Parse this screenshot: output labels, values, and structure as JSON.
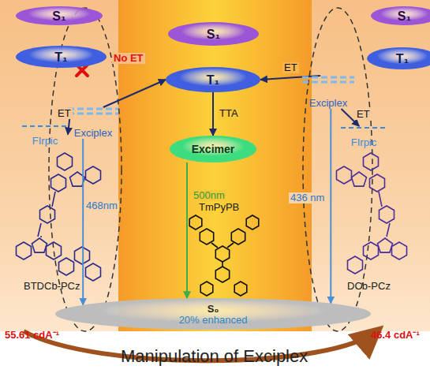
{
  "diagram": {
    "nodes": [
      {
        "text": [
          "S₁"
        ]
      },
      {
        "text": [
          "T₁"
        ]
      },
      {
        "text": [
          "S₁"
        ]
      },
      {
        "text": [
          "T₁"
        ]
      },
      {
        "text": [
          "S₁"
        ]
      },
      {
        "text": [
          "T₁"
        ]
      },
      {
        "text": [
          "Exciplex"
        ]
      },
      {
        "text": [
          "FIrpic"
        ]
      },
      {
        "text": [
          "Excimer"
        ]
      },
      {
        "text": [
          "Exciplex"
        ]
      },
      {
        "text": [
          "FIrpic"
        ]
      },
      {
        "text": [
          "S₀",
          "20% enhanced"
        ]
      }
    ],
    "edges": [
      {
        "from": 6,
        "to": 7,
        "label": "ET",
        "arrow": "to"
      },
      {
        "from": 6,
        "to": 3,
        "label": "No ET",
        "arrow": "to"
      },
      {
        "from": 3,
        "to": 8,
        "label": "TTA",
        "arrow": "to"
      },
      {
        "from": 9,
        "to": 3,
        "label": "ET",
        "arrow": "to"
      },
      {
        "from": 9,
        "to": 10,
        "label": "ET",
        "arrow": "to"
      },
      {
        "from": 6,
        "to": 11,
        "label": "468nm",
        "arrow": "to"
      },
      {
        "from": 8,
        "to": 11,
        "label": "500nm",
        "arrow": "to"
      },
      {
        "from": 9,
        "to": 11,
        "label": "436 nm",
        "arrow": "to"
      }
    ],
    "labels": [
      "BTDCb-PCz",
      "TmPyPB",
      "DCb-PCz",
      "55.61 cdA⁻¹",
      "46.4 cdA⁻¹",
      "Manipulation of Exciplex"
    ]
  }
}
